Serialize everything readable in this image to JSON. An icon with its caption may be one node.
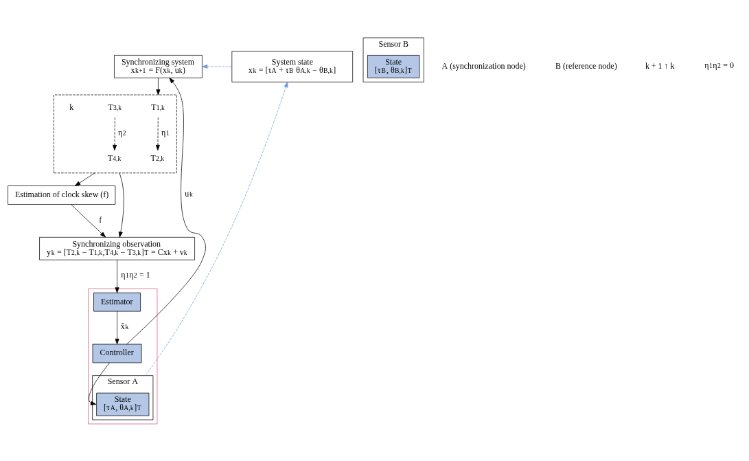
{
  "diagram": {
    "nodes": [
      {
        "text": [
          "Synchronizing system",
          "x$_{k+1}$ = F(x$_{k}$, u$_{k}$)"
        ]
      },
      {
        "text": [
          "Estimation of clock skew (f)"
        ]
      },
      {
        "text": [],
        "shape": "box"
      },
      {
        "text": [
          "T$_{1,k}$"
        ],
        "in": 2
      },
      {
        "text": [
          "T$_{2,k}$"
        ],
        "in": 2
      },
      {
        "text": [
          "T$_{3,k}$"
        ],
        "in": 2
      },
      {
        "text": [
          "T$_{4,k}$"
        ],
        "in": 2
      },
      {
        "text": [
          "Synchronizing observation",
          "y$_{k}$ = [T$_{2,k}$ − T$_{1,k}$,T$_{4,k}$ − T$_{3,k}$]$^{T}$ = Cx$_{k}$ + v$_{k}$"
        ]
      },
      {
        "text": [],
        "shape": "box"
      },
      {
        "text": [
          "Controller"
        ],
        "in": 8
      },
      {
        "text": [
          "Estimator"
        ],
        "in": 8
      },
      {
        "text": [
          "Sensor A"
        ],
        "in": 8
      },
      {
        "text": [
          "State",
          "[τ$_{A}$, θ$_{A,k}$]$^{T}$"
        ],
        "in": 11
      },
      {
        "text": [
          "System state",
          "x$_{k}$ = [τ$_{A}$ + τ$_{B}$ θ$_{A,k}$ − θ$_{B,k}$]"
        ]
      },
      {
        "text": [
          "Sensor B"
        ]
      },
      {
        "text": [
          "State",
          "[τ$_{B}$, θ$_{B,k}$]$^{T}$"
        ],
        "in": 14
      }
    ],
    "edges": [
      {
        "from": 0,
        "to": 2,
        "arrow": "to"
      },
      {
        "from": 2,
        "to": 1,
        "arrow": "to"
      },
      {
        "from": 2,
        "to": 7,
        "arrow": "to"
      },
      {
        "from": 1,
        "to": 7,
        "arrow": "to",
        "label": "f"
      },
      {
        "from": 3,
        "to": 4,
        "arrow": "to",
        "label": "η$_{1}$",
        "style": "dashed"
      },
      {
        "from": 5,
        "to": 6,
        "arrow": "to",
        "label": "η$_{2}$",
        "style": "dashed"
      },
      {
        "from": 7,
        "to": 10,
        "arrow": "to",
        "label": "η$_{1}$η$_{2}$ = 1"
      },
      {
        "from": 10,
        "to": 9,
        "arrow": "to",
        "label": "x̂$_{k}$"
      },
      {
        "from": 9,
        "to": 0,
        "arrow": "to",
        "label": "u$_{k}$"
      },
      {
        "from": 9,
        "to": 12,
        "arrow": "to"
      },
      {
        "from": 13,
        "to": 0,
        "arrow": "to",
        "style": "dashed",
        "color": "#6f9ad8"
      },
      {
        "from": 11,
        "to": 13,
        "arrow": "to",
        "style": "dashed",
        "color": "#6f9ad8"
      }
    ],
    "labels": [
      "A (synchronization node)",
      "B (reference node)",
      "k + 1 ↑ k",
      "k",
      "η$_{1}$η$_{2}$ = 0"
    ]
  }
}
